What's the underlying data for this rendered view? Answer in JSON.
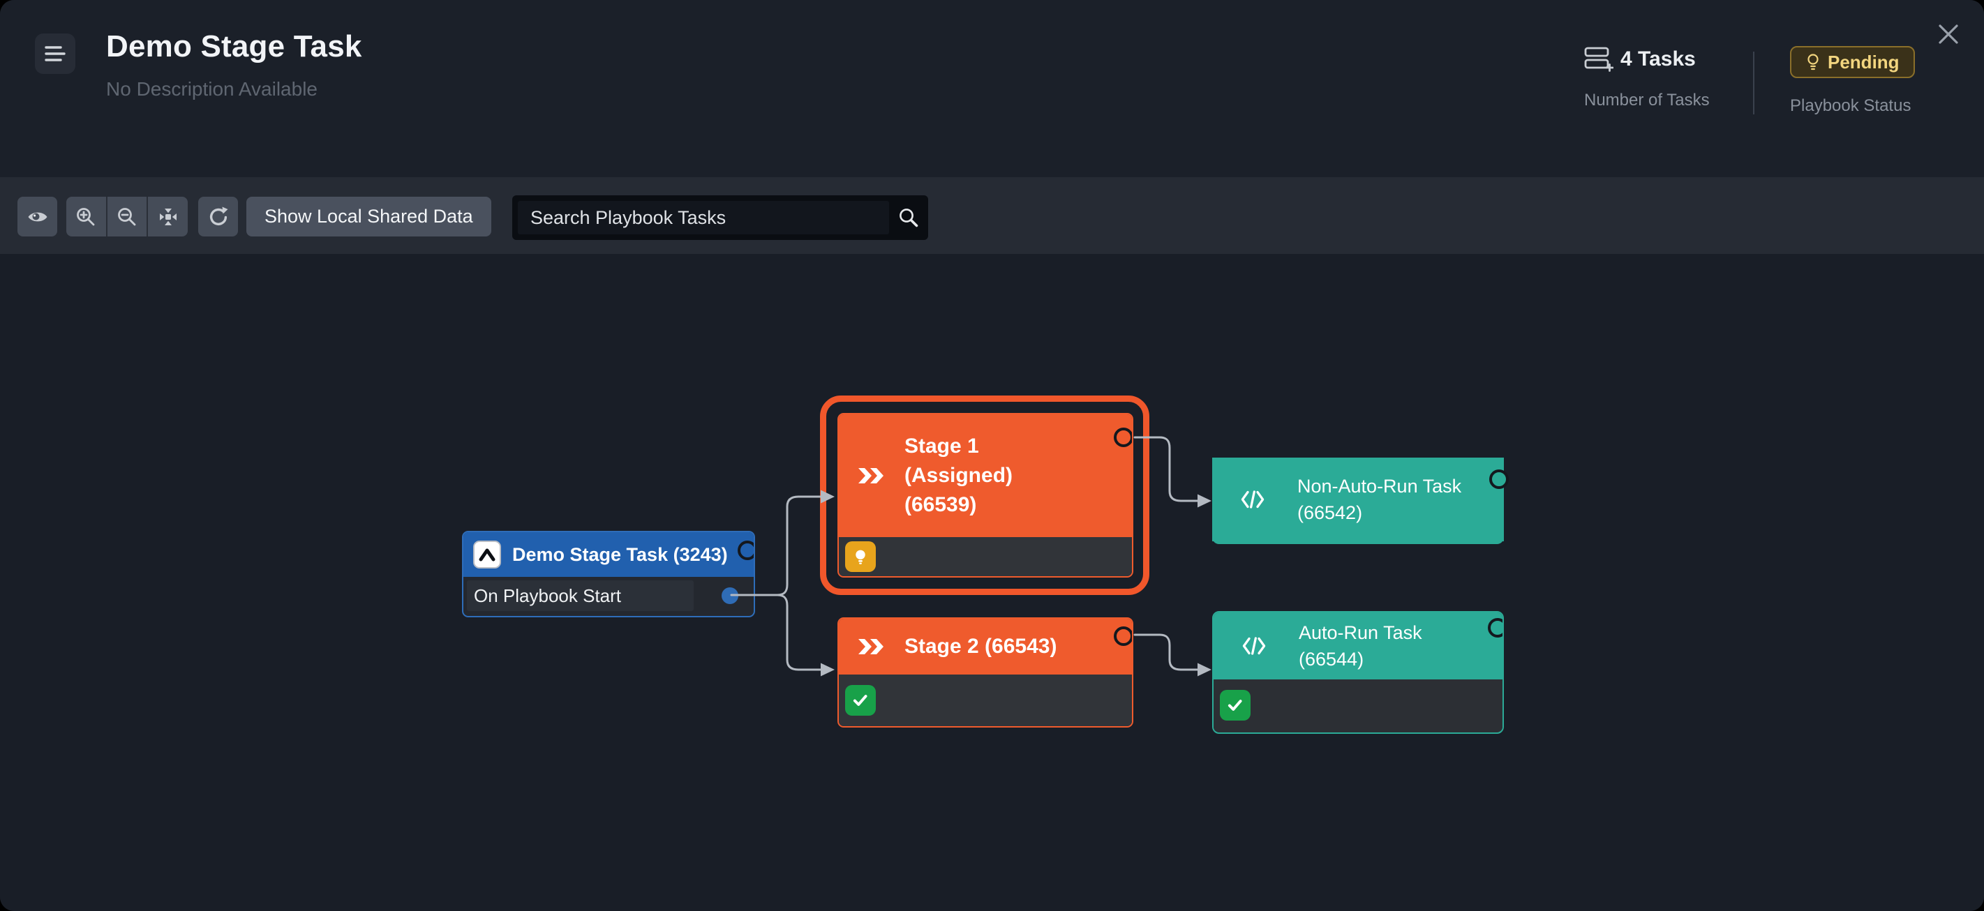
{
  "header": {
    "title": "Demo Stage Task",
    "subtitle": "No Description Available",
    "stats": {
      "tasks": {
        "value": "4 Tasks",
        "label": "Number of Tasks"
      },
      "status": {
        "value": "Pending",
        "label": "Playbook Status"
      }
    }
  },
  "toolbar": {
    "shared_data_button": "Show Local Shared Data",
    "search": {
      "placeholder": "Search Playbook Tasks"
    }
  },
  "nodes": {
    "start": {
      "title": "Demo Stage Task (3243)",
      "condition": "On Playbook Start"
    },
    "stage1": {
      "lines": [
        "Stage 1",
        "(Assigned)",
        "(66539)"
      ],
      "status": "pending",
      "selected": true
    },
    "stage2": {
      "title": "Stage 2 (66543)",
      "status": "completed"
    },
    "task1": {
      "lines": [
        "Non-Auto-Run Task",
        "(66542)"
      ]
    },
    "task2": {
      "lines": [
        "Auto-Run Task",
        "(66544)"
      ],
      "status": "completed"
    }
  },
  "icons": {
    "menu": "align-left",
    "close": "x",
    "tasks": "stacked-lists-plus",
    "status": "lightbulb-outline",
    "toolbar": [
      "eye",
      "zoom-in",
      "zoom-out",
      "fit-view",
      "refresh",
      "magnifier"
    ],
    "node": {
      "playbook": "chevron-up-square",
      "stage": "double-chevron-right",
      "script": "code-angle-brackets",
      "pending": "lightbulb",
      "completed": "checkmark"
    }
  },
  "colors": {
    "background": "#191e27",
    "header_band": "#1b2029",
    "toolbar_band": "#262b34",
    "node_blue": "#2160ae",
    "node_orange": "#ef5b2d",
    "selection_ring": "#f1572b",
    "node_teal": "#2bab97",
    "badge_green": "#18a149",
    "badge_amber": "#e8a41c",
    "pending_text": "#f2d57f",
    "pending_bg": "#3a3119",
    "pending_border": "#8a6f2a",
    "connector": "#b4bac2",
    "port_ring": "#14181e"
  }
}
